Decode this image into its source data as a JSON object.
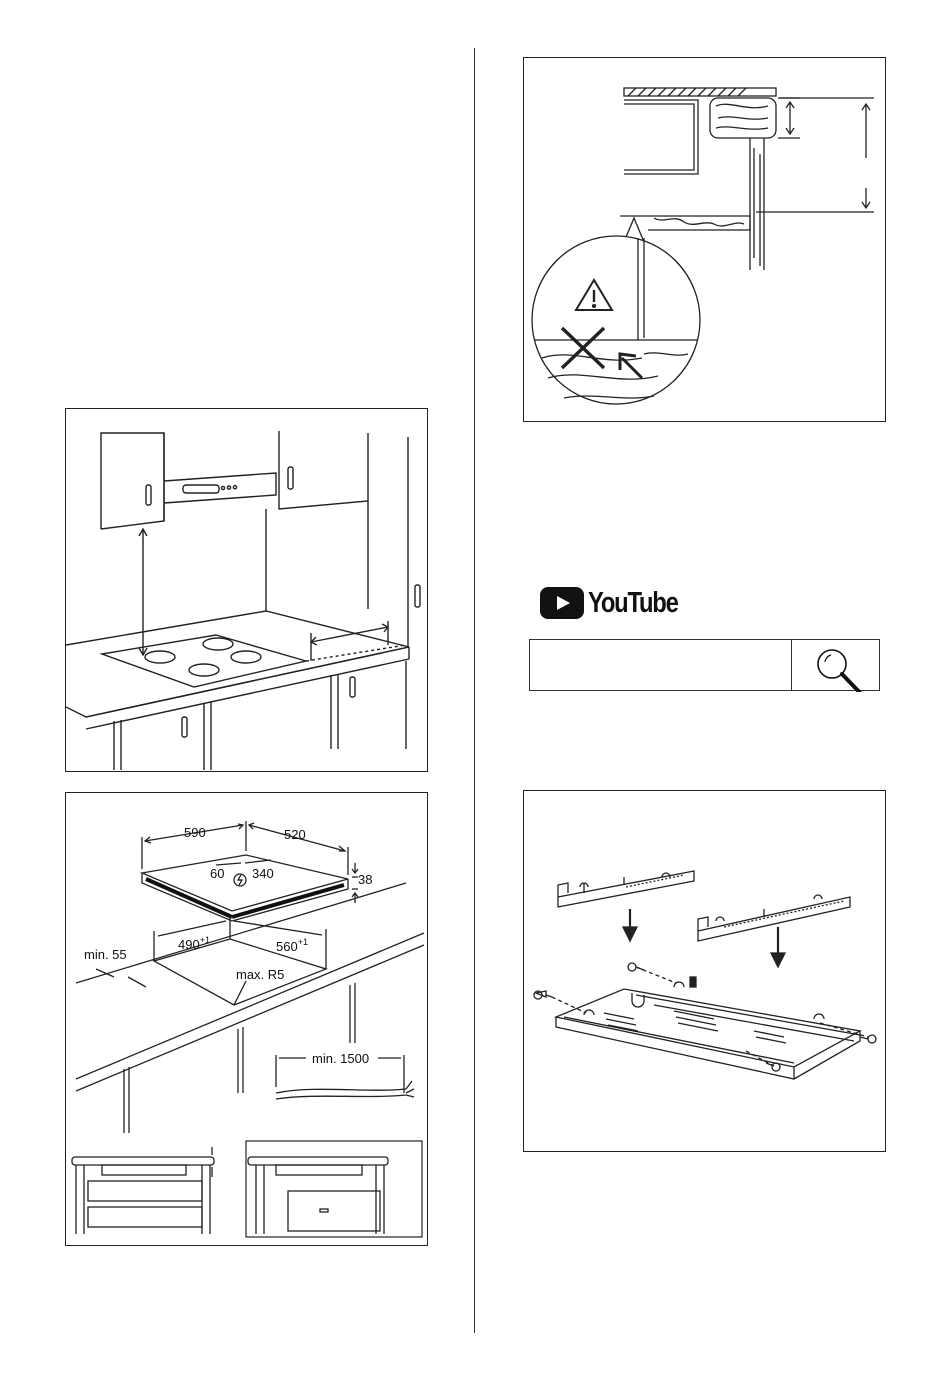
{
  "kitchen_diagram": {},
  "cutout_diagram": {
    "width_label": "590",
    "depth_label": "520",
    "height_label": "38",
    "inner_left_label": "60",
    "inner_right_label": "340",
    "cut_width_label": "490",
    "cut_width_tol": "+1",
    "cut_depth_label": "560",
    "cut_depth_tol": "+1",
    "min_edge_label": "min. 55",
    "radius_label": "max. R5",
    "cable_label": "min. 1500"
  },
  "worktop_diagram": {},
  "youtube": {
    "brand": "YouTube",
    "search_value": "",
    "search_placeholder": ""
  },
  "brackets_diagram": {}
}
